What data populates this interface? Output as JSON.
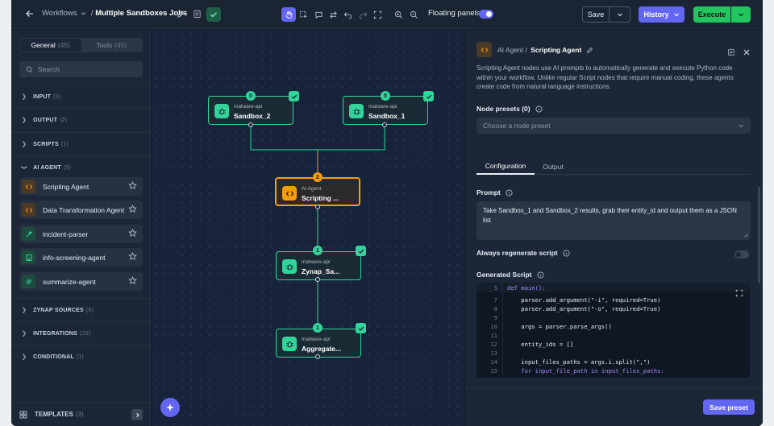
{
  "topbar": {
    "workflows_label": "Workflows",
    "separator": "/",
    "workflow_name": "Multiple Sandboxes Jobs",
    "floating_panels_label": "Floating panels",
    "save_label": "Save",
    "history_label": "History",
    "execute_label": "Execute"
  },
  "sidebar": {
    "tabs": [
      {
        "label": "General",
        "count": "(45)"
      },
      {
        "label": "Tools",
        "count": "(45)"
      }
    ],
    "search_placeholder": "Search",
    "categories": [
      {
        "label": "INPUT",
        "count": "(3)"
      },
      {
        "label": "OUTPUT",
        "count": "(2)"
      },
      {
        "label": "SCRIPTS",
        "count": "(1)"
      },
      {
        "label": "AI AGENT",
        "count": "(5)"
      },
      {
        "label": "ZYNAP SOURCES",
        "count": "(8)"
      },
      {
        "label": "INTEGRATIONS",
        "count": "(25)"
      },
      {
        "label": "CONDITIONAL",
        "count": "(1)"
      }
    ],
    "agent_items": [
      {
        "label": "Scripting Agent",
        "icon": "code-icon",
        "color": "#d97706"
      },
      {
        "label": "Data Transformation Agent",
        "icon": "code-icon",
        "color": "#d97706"
      },
      {
        "label": "incident-parser",
        "icon": "wand-icon",
        "color": "#10b981"
      },
      {
        "label": "info-screening-agent",
        "icon": "doc-icon",
        "color": "#10b981"
      },
      {
        "label": "summarize-agent",
        "icon": "lines-icon",
        "color": "#10b981"
      }
    ],
    "templates_label": "TEMPLATES",
    "templates_count": "(3)"
  },
  "canvas": {
    "nodes": [
      {
        "sub": "malware-api",
        "title": "Sandbox_2",
        "pill": "0"
      },
      {
        "sub": "malware-api",
        "title": "Sandbox_1",
        "pill": "0"
      },
      {
        "sub": "AI Agent",
        "title": "Scripting ...",
        "pill": "2"
      },
      {
        "sub": "malware-api",
        "title": "Zynap_Sa...",
        "pill": "1"
      },
      {
        "sub": "malware-api",
        "title": "Aggregate...",
        "pill": "1"
      }
    ]
  },
  "panel": {
    "crumb_parent": "AI Agent /",
    "crumb_current": "Scripting Agent",
    "description": "Scripting Agent nodes use AI prompts to automatically generate and execute Python code within your workflow. Unlike regular Script nodes that require manual coding, these agents create code from natural language instructions.",
    "presets_label": "Node presets (0)",
    "presets_placeholder": "Choose a node preset",
    "tabs": [
      "Configuration",
      "Output"
    ],
    "prompt_label": "Prompt",
    "prompt_value": "Take Sandbox_1 and Sandbox_2 results, grab their entity_id and output them as a JSON list",
    "regen_label": "Always regenerate script",
    "script_label": "Generated Script",
    "save_preset_label": "Save preset",
    "code_lines": [
      {
        "n": "5",
        "text": "def main():"
      },
      {
        "n": "7",
        "text": "    parser.add_argument(\"-i\", required=True)"
      },
      {
        "n": "8",
        "text": "    parser.add_argument(\"-o\", required=True)"
      },
      {
        "n": "9",
        "text": ""
      },
      {
        "n": "10",
        "text": "    args = parser.parse_args()"
      },
      {
        "n": "11",
        "text": ""
      },
      {
        "n": "12",
        "text": "    entity_ids = []"
      },
      {
        "n": "13",
        "text": ""
      },
      {
        "n": "14",
        "text": "    input_files_paths = args.i.split(\",\")"
      },
      {
        "n": "15",
        "text": "    for input_file_path in input_files_paths:"
      }
    ]
  }
}
